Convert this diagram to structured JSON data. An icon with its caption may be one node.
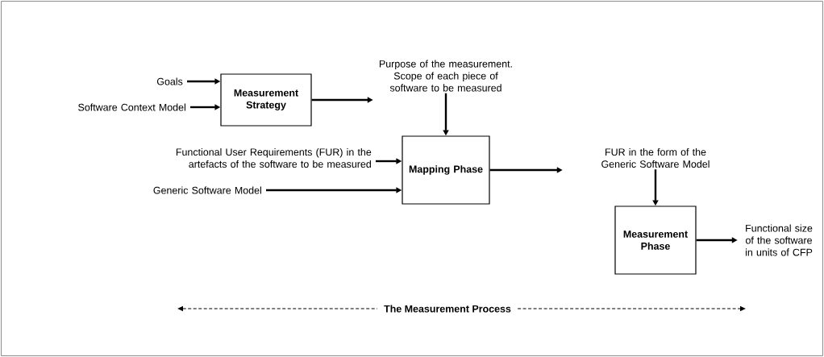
{
  "diagram": {
    "nodes": [
      {
        "text": [
          "Goals"
        ]
      },
      {
        "text": [
          "Software Context Model"
        ]
      },
      {
        "text": [
          "Measurement Strategy"
        ]
      },
      {
        "text": [
          "Purpose of the measurement. Scope of each piece of software to be measured"
        ]
      },
      {
        "text": [
          "Functional User Requirements (FUR) in the artefacts of the software to be measured"
        ]
      },
      {
        "text": [
          "Generic Software Model"
        ]
      },
      {
        "text": [
          "Mapping Phase"
        ]
      },
      {
        "text": [
          "FUR in the form of the Generic Software Model"
        ]
      },
      {
        "text": [
          "Measurement Phase"
        ]
      },
      {
        "text": [
          "Functional size of the software in units of CFP"
        ]
      }
    ],
    "edges": [
      {
        "from": 0,
        "to": 2,
        "arrow": "to"
      },
      {
        "from": 1,
        "to": 2,
        "arrow": "to"
      },
      {
        "from": 2,
        "to": 3,
        "arrow": "to"
      },
      {
        "from": 3,
        "to": 6,
        "arrow": "to"
      },
      {
        "from": 4,
        "to": 6,
        "arrow": "to"
      },
      {
        "from": 5,
        "to": 6,
        "arrow": "to"
      },
      {
        "from": 6,
        "to": 7,
        "arrow": "to"
      },
      {
        "from": 7,
        "to": 8,
        "arrow": "to"
      },
      {
        "from": 8,
        "to": 9,
        "arrow": "to"
      }
    ],
    "labels": [
      "The Measurement Process"
    ]
  }
}
